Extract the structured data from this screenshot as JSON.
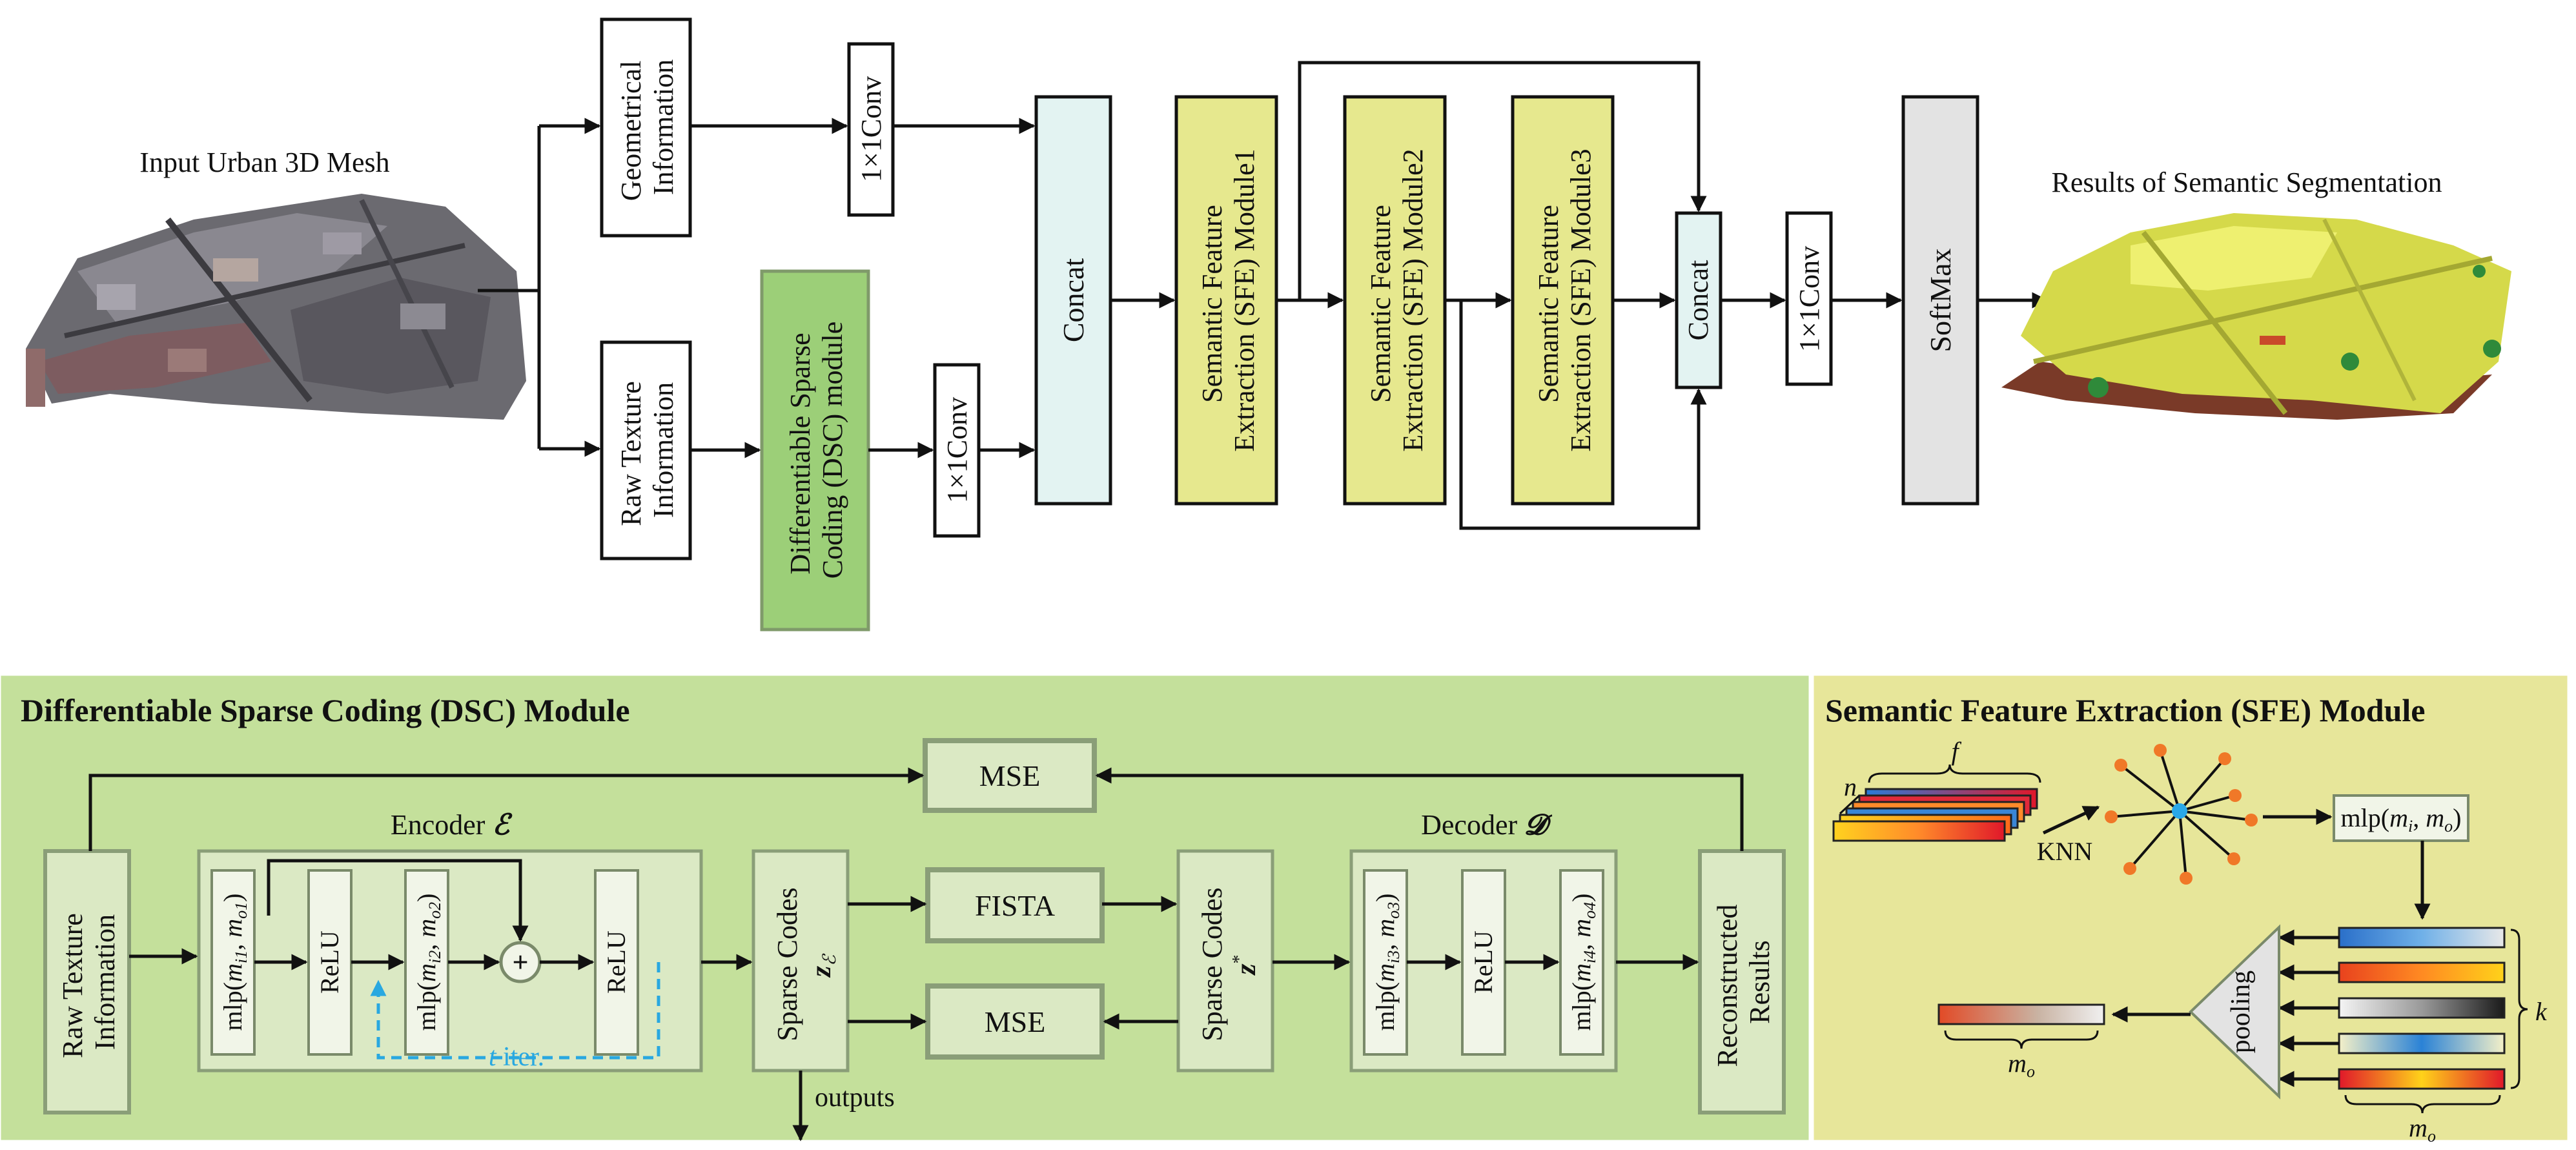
{
  "top": {
    "input_label": "Input Urban 3D Mesh",
    "results_label": "Results of Semantic Segmentation",
    "geometric_info": [
      "Geometrical",
      "Information"
    ],
    "raw_texture_info": [
      "Raw Texture",
      "Information"
    ],
    "dsc_module": [
      "Differentiable Sparse",
      "Coding (DSC) module"
    ],
    "conv_geo": "1×1Conv",
    "conv_tex": "1×1Conv",
    "concat1": "Concat",
    "sfe1": [
      "Semantic Feature",
      "Extraction (SFE) Module1"
    ],
    "sfe2": [
      "Semantic Feature",
      "Extraction (SFE) Module2"
    ],
    "sfe3": [
      "Semantic Feature",
      "Extraction (SFE) Module3"
    ],
    "concat2": "Concat",
    "conv_out": "1×1Conv",
    "softmax": "SoftMax"
  },
  "dsc": {
    "title": "Differentiable Sparse Coding (DSC) Module",
    "raw_texture": [
      "Raw Texture",
      "Information"
    ],
    "mse_top": "MSE",
    "encoder_prefix": "Encoder ",
    "encoder_symbol": "ℰ",
    "mlp1_pre": "mlp(",
    "mlp1_m1": "m",
    "mlp1_s1": "i1",
    "mlp1_mid": ", ",
    "mlp1_m2": "m",
    "mlp1_s2": "o1",
    "mlp1_post": ")",
    "relu1": "ReLU",
    "mlp2_pre": "mlp(",
    "mlp2_m1": "m",
    "mlp2_s1": "i2",
    "mlp2_mid": ", ",
    "mlp2_m2": "m",
    "mlp2_s2": "o2",
    "mlp2_post": ")",
    "plus_symbol": "+",
    "relu2": "ReLU",
    "iter_t": "t",
    "iter_word": " iter.",
    "sparse_codes_e": "Sparse Codes",
    "z_e": "z",
    "z_e_sub": "ℰ",
    "fista": "FISTA",
    "mse_bottom": "MSE",
    "outputs": "outputs",
    "sparse_codes_star": "Sparse Codes",
    "z_star": "z",
    "z_star_sup": "*",
    "decoder_prefix": "Decoder ",
    "decoder_symbol": "𝓓",
    "mlp3_pre": "mlp(",
    "mlp3_m1": "m",
    "mlp3_s1": "i3",
    "mlp3_mid": ", ",
    "mlp3_m2": "m",
    "mlp3_s2": "o3",
    "mlp3_post": ")",
    "relu3": "ReLU",
    "mlp4_pre": "mlp(",
    "mlp4_m1": "m",
    "mlp4_s1": "i4",
    "mlp4_mid": ", ",
    "mlp4_m2": "m",
    "mlp4_s2": "o4",
    "mlp4_post": ")",
    "reconstructed": [
      "Reconstructed",
      "Results"
    ]
  },
  "sfe": {
    "title": "Semantic Feature Extraction (SFE) Module",
    "n": "n",
    "f": "f",
    "knn": "KNN",
    "mlp_pre": "mlp(",
    "mlp_m1": "m",
    "mlp_s1": "i",
    "mlp_mid": ", ",
    "mlp_m2": "m",
    "mlp_s2": "o",
    "mlp_post": ")",
    "pooling": "pooling",
    "k": "k",
    "mo_out": "m",
    "mo_out_sub": "o",
    "mo_bottom": "m",
    "mo_bottom_sub": "o"
  },
  "colors": {
    "dsc_green": "#9ccf78",
    "sfe_box_yellow": "#e6e88e",
    "concat_cyan": "#e3f3f2",
    "softmax_gray": "#e3e3e3",
    "panel_green": "#c4e09b",
    "panel_yellow": "#e7e69a",
    "iter_blue": "#29a8e0"
  }
}
